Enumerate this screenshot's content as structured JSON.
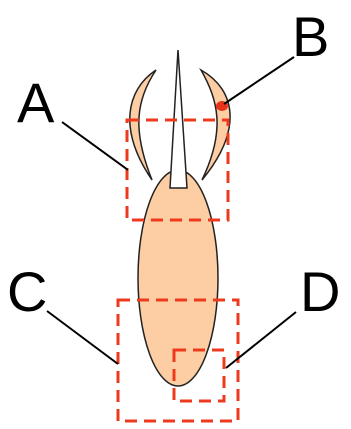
{
  "diagram": {
    "labels": {
      "a": "A",
      "b": "B",
      "c": "C",
      "d": "D"
    },
    "colors": {
      "body_fill": "#fdcda3",
      "outline": "#222222",
      "dashed_box": "#ee3a1c",
      "marker": "#e8321a",
      "label_text": "#000000"
    }
  }
}
